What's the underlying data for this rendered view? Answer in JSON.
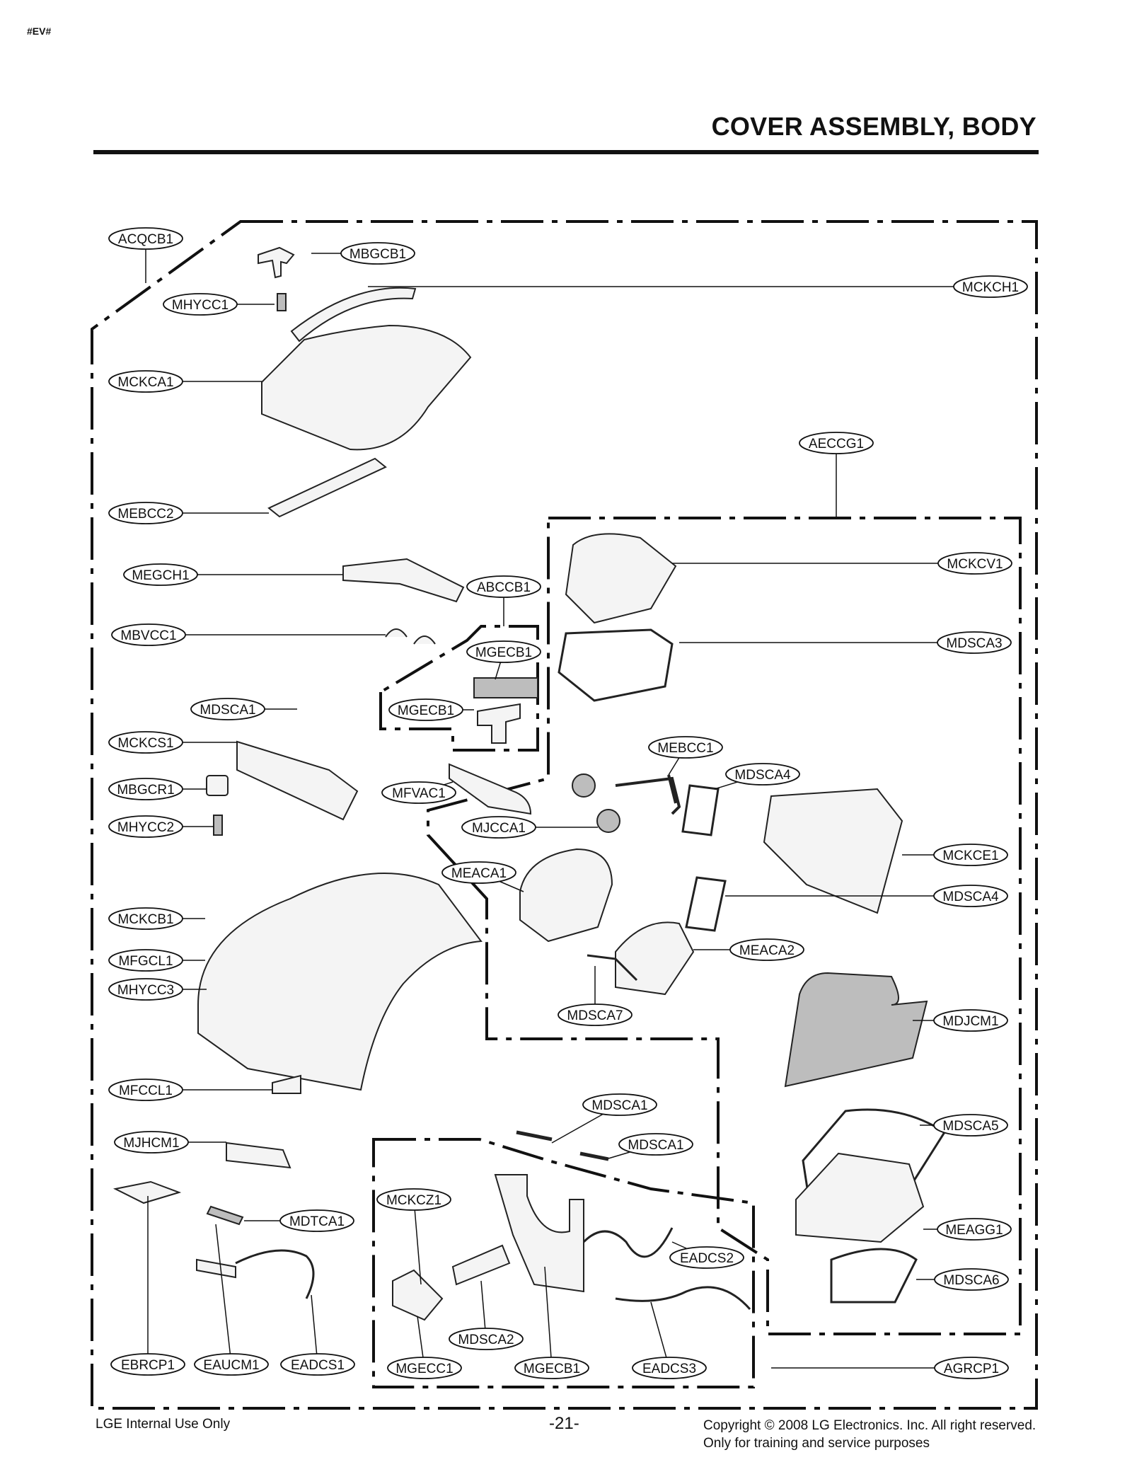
{
  "page": {
    "tag": "#EV#",
    "title": "COVER ASSEMBLY, BODY",
    "footer": {
      "left": "LGE Internal Use Only",
      "page": "-21-",
      "copyright": "Copyright © 2008 LG Electronics. Inc. All right reserved.",
      "note": "Only for training and service purposes"
    }
  },
  "callouts": [
    "ACQCB1",
    "MBGCB1",
    "MCKCH1",
    "MHYCC1",
    "MCKCA1",
    "AECCG1",
    "MEBCC2",
    "MEGCH1",
    "MCKCV1",
    "ABCCB1",
    "MBVCC1",
    "MGECB1",
    "MDSCA3",
    "MDSCA1",
    "MGECB1",
    "MCKCS1",
    "MEBCC1",
    "MDSCA4",
    "MBGCR1",
    "MFVAC1",
    "MHYCC2",
    "MJCCA1",
    "MCKCE1",
    "MEACA1",
    "MDSCA4",
    "MCKCB1",
    "MEACA2",
    "MFGCL1",
    "MHYCC3",
    "MDSCA7",
    "MDJCM1",
    "MFCCL1",
    "MDSCA1",
    "MDSCA5",
    "MJHCM1",
    "MDSCA1",
    "MDTCA1",
    "MCKCZ1",
    "MEAGG1",
    "EADCS2",
    "MDSCA6",
    "MDSCA2",
    "EBRCP1",
    "EAUCM1",
    "EADCS1",
    "MGECC1",
    "MGECB1",
    "EADCS3",
    "AGRCP1"
  ]
}
